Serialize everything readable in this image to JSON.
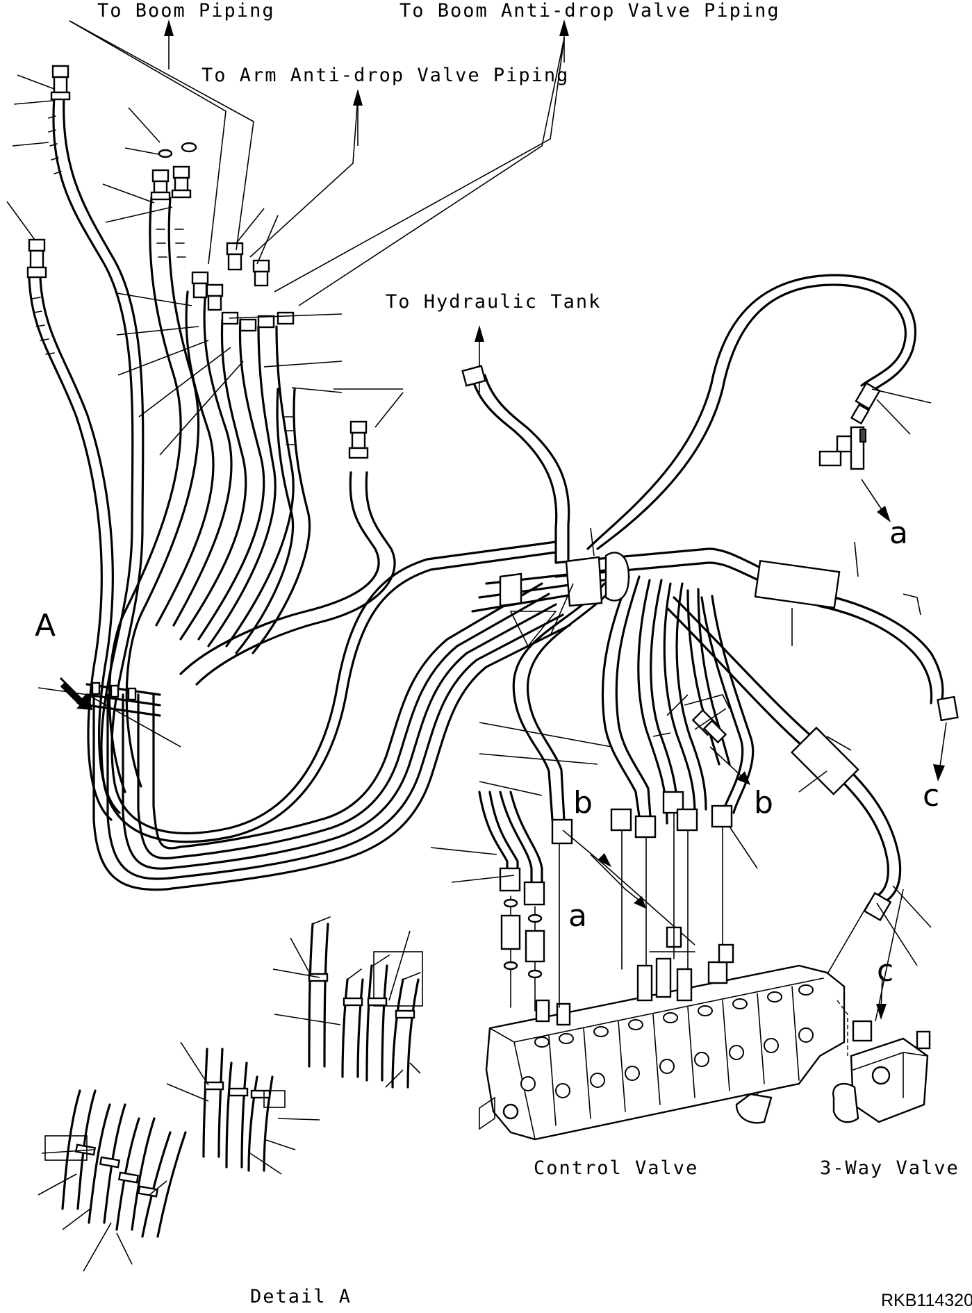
{
  "labels": {
    "boom_piping": "To Boom Piping",
    "boom_anti_drop": "To Boom Anti-drop Valve Piping",
    "arm_anti_drop": "To Arm Anti-drop Valve Piping",
    "hydraulic_tank": "To Hydraulic Tank",
    "control_valve": "Control Valve",
    "three_way_valve": "3-Way Valve",
    "detail_a": "Detail A",
    "drawing_code": "RKB114320"
  },
  "callouts": {
    "A": "A",
    "a_right": "a",
    "a_valve": "a",
    "b_left": "b",
    "b_right": "b",
    "c_right": "c",
    "c_valve": "c"
  }
}
